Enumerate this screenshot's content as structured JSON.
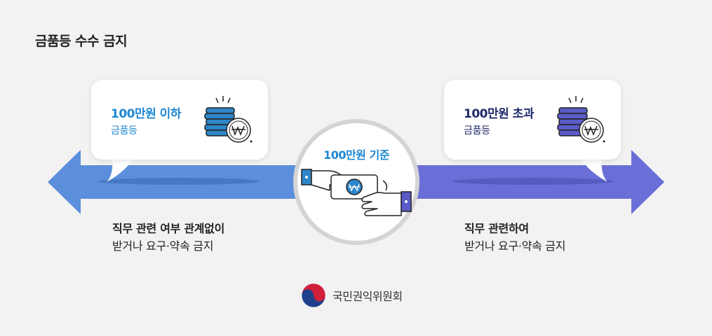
{
  "page_title": "금품등 수수 금지",
  "left_bubble": {
    "title": "100만원 이하",
    "subtitle": "금품등"
  },
  "right_bubble": {
    "title": "100만원 초과",
    "subtitle": "금품등"
  },
  "center": {
    "label": "100만원 기준"
  },
  "left_desc": {
    "line1": "직무 관련 여부 관계없이",
    "line2": "받거나 요구·약속 금지"
  },
  "right_desc": {
    "line1": "직무 관련하여",
    "line2": "받거나 요구·약속 금지"
  },
  "logo": {
    "name": "국민권익위원회"
  },
  "icons": {
    "coins": "coin-stack-won-icon",
    "hands": "hands-exchanging-money-icon",
    "logo": "taegeuk-logo-icon"
  },
  "colors": {
    "left_arrow": "#5b8fdc",
    "right_arrow": "#6a6fd8",
    "left_accent": "#1e88d4",
    "right_accent": "#1e2a6b",
    "coin_left": "#2e86c8",
    "coin_right": "#5a5bc8"
  }
}
